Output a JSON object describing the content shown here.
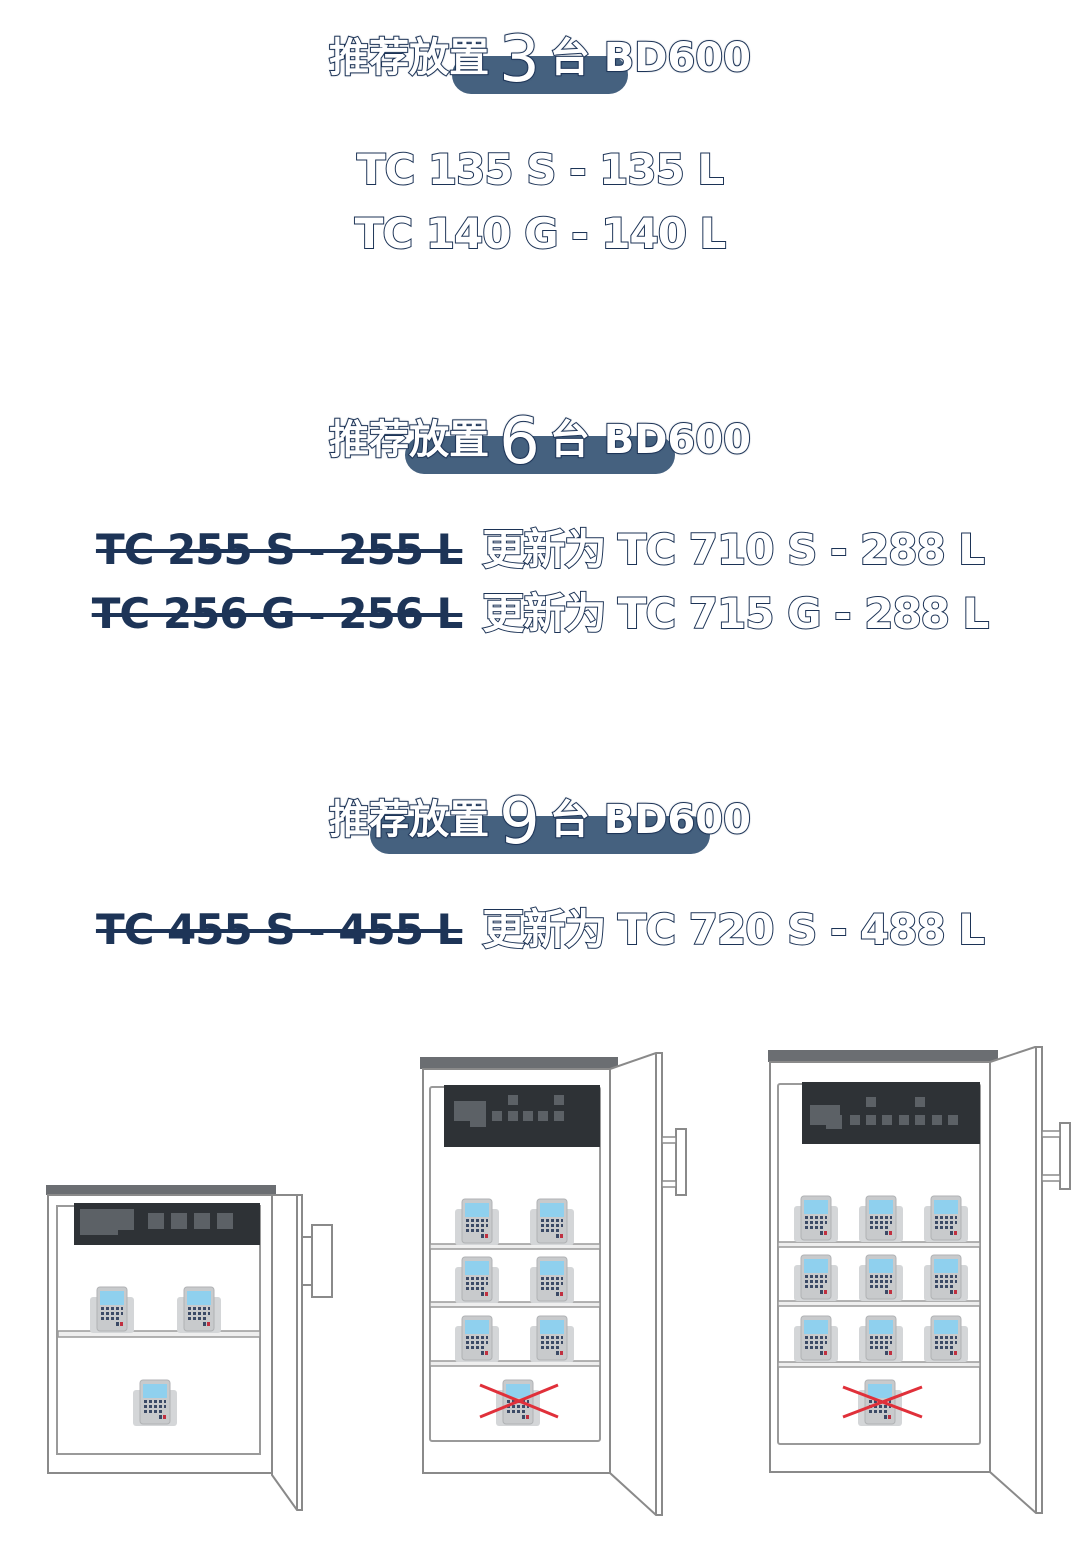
{
  "sections": [
    {
      "header": {
        "prefix": "推荐放置",
        "count": "3",
        "suffix": "台 BD600"
      },
      "models": [
        {
          "current": "TC 135 S - 135 L"
        },
        {
          "current": "TC 140 G - 140 L"
        }
      ]
    },
    {
      "header": {
        "prefix": "推荐放置",
        "count": "6",
        "suffix": "台 BD600"
      },
      "models": [
        {
          "old": "TC 255 S - 255 L",
          "update_label": "更新为",
          "new": "TC 710 S - 288 L"
        },
        {
          "old": "TC 256 G - 256 L",
          "update_label": "更新为",
          "new": "TC 715 G - 288 L"
        }
      ]
    },
    {
      "header": {
        "prefix": "推荐放置",
        "count": "9",
        "suffix": "台 BD600"
      },
      "models": [
        {
          "old": "TC 455 S - 455 L",
          "update_label": "更新为",
          "new": "TC 720 S - 488 L"
        }
      ]
    }
  ],
  "illustrations": [
    {
      "name": "small-fridge",
      "devices_placed": 3,
      "shelves": 1
    },
    {
      "name": "medium-fridge",
      "devices_placed": 6,
      "shelves": 3,
      "crossed_out_devices": 1
    },
    {
      "name": "large-fridge",
      "devices_placed": 9,
      "shelves": 3,
      "crossed_out_devices": 1
    }
  ],
  "colors": {
    "navy": "#1d3457",
    "pill": "#45617f",
    "fridge_outline": "#8a8a8a",
    "panel": "#2e3236",
    "device_screen": "#8fd0ee",
    "cross": "#e0303a"
  }
}
